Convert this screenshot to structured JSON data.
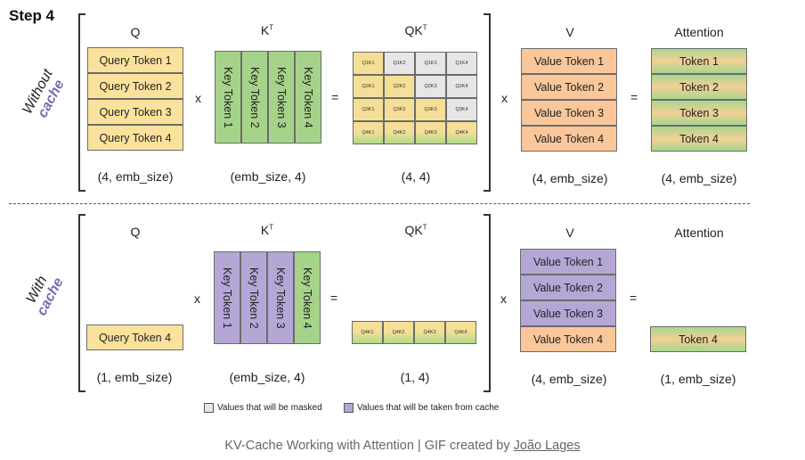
{
  "step_label": "Step 4",
  "rows": {
    "without": {
      "word": "Without",
      "cache": "cache"
    },
    "with": {
      "word": "With",
      "cache": "cache"
    }
  },
  "headers": {
    "q": "Q",
    "kt_base": "K",
    "kt_sup": "T",
    "qk_base": "QK",
    "qk_sup": "T",
    "v": "V",
    "attention": "Attention"
  },
  "operators": {
    "times": "x",
    "equals": "="
  },
  "top": {
    "query_tokens": [
      "Query Token 1",
      "Query Token 2",
      "Query Token 3",
      "Query Token 4"
    ],
    "key_tokens": [
      "Key Token 1",
      "Key Token 2",
      "Key Token 3",
      "Key Token 4"
    ],
    "qk_cells": [
      [
        "Q1K1",
        "Q1K2",
        "Q1K3",
        "Q1K4"
      ],
      [
        "Q2K1",
        "Q2K2",
        "Q2K3",
        "Q2K4"
      ],
      [
        "Q3K1",
        "Q3K2",
        "Q3K3",
        "Q3K4"
      ],
      [
        "Q4K1",
        "Q4K2",
        "Q4K3",
        "Q4K4"
      ]
    ],
    "value_tokens": [
      "Value Token 1",
      "Value Token 2",
      "Value Token 3",
      "Value Token 4"
    ],
    "attention_tokens": [
      "Token 1",
      "Token 2",
      "Token 3",
      "Token 4"
    ],
    "dims": {
      "q": "(4, emb_size)",
      "kt": "(emb_size, 4)",
      "qk": "(4, 4)",
      "v": "(4, emb_size)",
      "attention": "(4, emb_size)"
    }
  },
  "bottom": {
    "query_tokens": [
      "Query Token 4"
    ],
    "key_tokens": [
      "Key Token 1",
      "Key Token 2",
      "Key Token 3",
      "Key Token 4"
    ],
    "qk_cells": [
      [
        "Q4K1",
        "Q4K2",
        "Q4K3",
        "Q4K4"
      ]
    ],
    "value_tokens": [
      "Value Token 1",
      "Value Token 2",
      "Value Token 3",
      "Value Token 4"
    ],
    "attention_tokens": [
      "Token 4"
    ],
    "dims": {
      "q": "(1, emb_size)",
      "kt": "(emb_size, 4)",
      "qk": "(1, 4)",
      "v": "(4, emb_size)",
      "attention": "(1, emb_size)"
    }
  },
  "legend": {
    "masked": "Values that will be masked",
    "cached": "Values that will be taken from cache"
  },
  "colors": {
    "query": "#fbe29c",
    "key": "#a6d38a",
    "value": "#f9c79a",
    "cached": "#b4a7d6",
    "masked": "#e6e6e6"
  },
  "caption": {
    "prefix": "KV-Cache Working with Attention | GIF created by ",
    "author": "João Lages"
  }
}
